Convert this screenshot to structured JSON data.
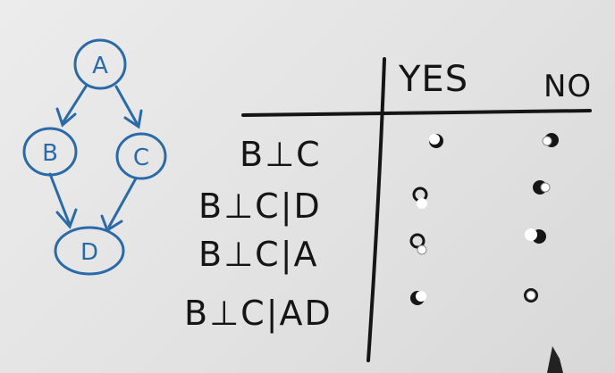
{
  "graph": {
    "nodes": [
      {
        "id": "A",
        "label": "A"
      },
      {
        "id": "B",
        "label": "B"
      },
      {
        "id": "C",
        "label": "C"
      },
      {
        "id": "D",
        "label": "D"
      }
    ],
    "edges": [
      [
        "A",
        "B"
      ],
      [
        "A",
        "C"
      ],
      [
        "B",
        "D"
      ],
      [
        "C",
        "D"
      ]
    ]
  },
  "table": {
    "headers": {
      "yes": "YES",
      "no": "NO"
    },
    "rows": [
      {
        "label": "B⊥C"
      },
      {
        "label": "B⊥C|D"
      },
      {
        "label": "B⊥C|A"
      },
      {
        "label": "B⊥C|AD"
      }
    ]
  },
  "colors": {
    "ink": "#151515",
    "graph_ink": "#2a6aa8",
    "dot_fill": "#ffffff",
    "background": "#e6e6e6"
  }
}
